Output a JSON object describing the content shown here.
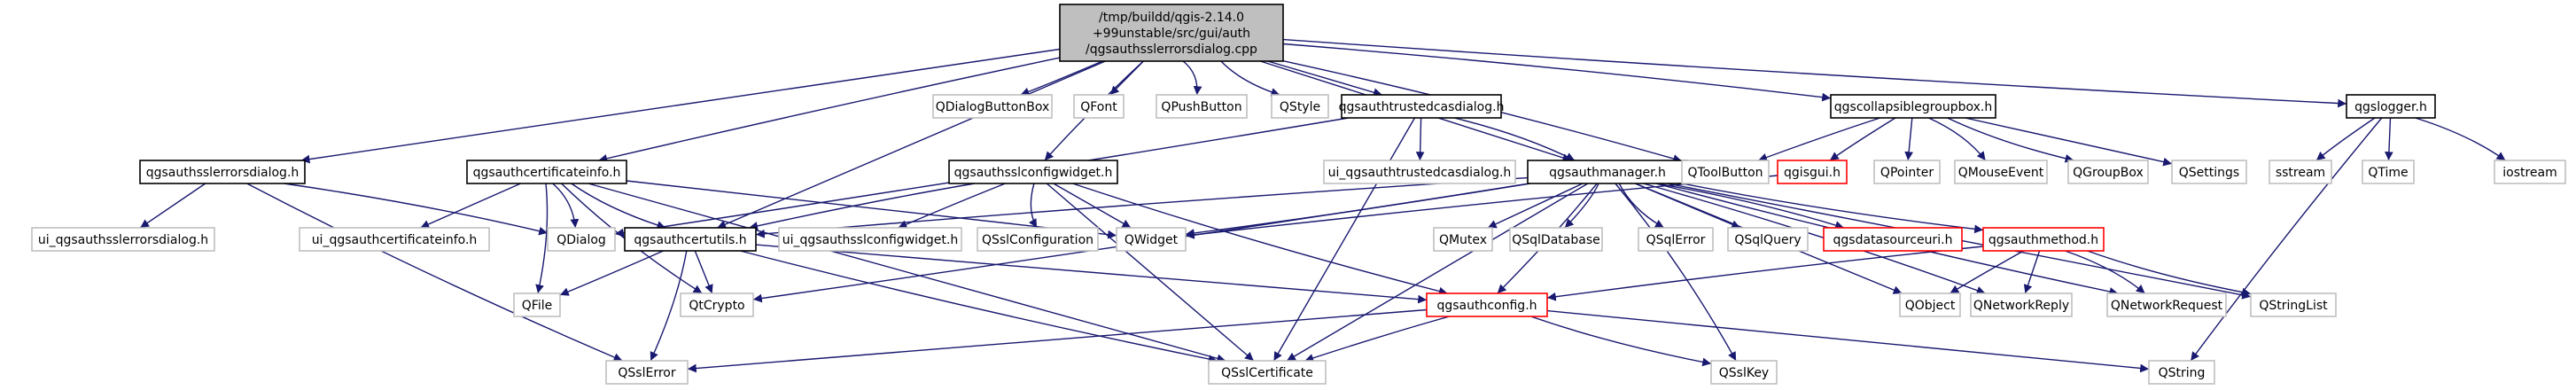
{
  "graph": {
    "root_lines": [
      "/tmp/buildd/qgis-2.14.0",
      "+99unstable/src/gui/auth",
      "/qgsauthsslerrorsdialog.cpp"
    ],
    "nodes": [
      {
        "id": "root",
        "label": "/tmp/buildd/qgis-2.14.0\n+99unstable/src/gui/auth\n/qgsauthsslerrorsdialog.cpp",
        "style": "root"
      },
      {
        "id": "qdialogbuttonbox",
        "label": "QDialogButtonBox",
        "style": "plain"
      },
      {
        "id": "qfont",
        "label": "QFont",
        "style": "plain"
      },
      {
        "id": "qpushbutton",
        "label": "QPushButton",
        "style": "plain"
      },
      {
        "id": "qstyle",
        "label": "QStyle",
        "style": "plain"
      },
      {
        "id": "qgsauthtrustedcasdialog",
        "label": "qgsauthtrustedcasdialog.h",
        "style": "documented"
      },
      {
        "id": "qgscollapsiblegroupbox",
        "label": "qgscollapsiblegroupbox.h",
        "style": "documented"
      },
      {
        "id": "qgslogger",
        "label": "qgslogger.h",
        "style": "documented"
      },
      {
        "id": "qgsauthsslerrorsdialog_h",
        "label": "qgsauthsslerrorsdialog.h",
        "style": "documented"
      },
      {
        "id": "qgsauthcertificateinfo",
        "label": "qgsauthcertificateinfo.h",
        "style": "documented"
      },
      {
        "id": "qgsauthsslconfigwidget",
        "label": "qgsauthsslconfigwidget.h",
        "style": "documented"
      },
      {
        "id": "ui_trustedcas",
        "label": "ui_qgsauthtrustedcasdialog.h",
        "style": "plain"
      },
      {
        "id": "qgsauthmanager",
        "label": "qgsauthmanager.h",
        "style": "documented"
      },
      {
        "id": "qtoolbutton",
        "label": "QToolButton",
        "style": "plain"
      },
      {
        "id": "qgisgui",
        "label": "qgisgui.h",
        "style": "red"
      },
      {
        "id": "qpointer",
        "label": "QPointer",
        "style": "plain"
      },
      {
        "id": "qmouseevent",
        "label": "QMouseEvent",
        "style": "plain"
      },
      {
        "id": "qgroupbox",
        "label": "QGroupBox",
        "style": "plain"
      },
      {
        "id": "qsettings",
        "label": "QSettings",
        "style": "plain"
      },
      {
        "id": "sstream",
        "label": "sstream",
        "style": "plain"
      },
      {
        "id": "qtime",
        "label": "QTime",
        "style": "plain"
      },
      {
        "id": "iostream",
        "label": "iostream",
        "style": "plain"
      },
      {
        "id": "ui_sslerrors",
        "label": "ui_qgsauthsslerrorsdialog.h",
        "style": "plain"
      },
      {
        "id": "qdialog",
        "label": "QDialog",
        "style": "plain"
      },
      {
        "id": "ui_certinfo",
        "label": "ui_qgsauthcertificateinfo.h",
        "style": "plain"
      },
      {
        "id": "qgsauthcertutils",
        "label": "qgsauthcertutils.h",
        "style": "documented"
      },
      {
        "id": "ui_sslconfig",
        "label": "ui_qgsauthsslconfigwidget.h",
        "style": "plain"
      },
      {
        "id": "qsslconfiguration",
        "label": "QSslConfiguration",
        "style": "plain"
      },
      {
        "id": "qwidget",
        "label": "QWidget",
        "style": "plain"
      },
      {
        "id": "qmutex",
        "label": "QMutex",
        "style": "plain"
      },
      {
        "id": "qsqldatabase",
        "label": "QSqlDatabase",
        "style": "plain"
      },
      {
        "id": "qsqlerror",
        "label": "QSqlError",
        "style": "plain"
      },
      {
        "id": "qsqlquery",
        "label": "QSqlQuery",
        "style": "plain"
      },
      {
        "id": "qgsdatasourceuri",
        "label": "qgsdatasourceuri.h",
        "style": "red"
      },
      {
        "id": "qgsauthmethod",
        "label": "qgsauthmethod.h",
        "style": "red"
      },
      {
        "id": "qfile",
        "label": "QFile",
        "style": "plain"
      },
      {
        "id": "qtcrypto",
        "label": "QtCrypto",
        "style": "plain"
      },
      {
        "id": "qgsauthconfig",
        "label": "qgsauthconfig.h",
        "style": "red"
      },
      {
        "id": "qobject",
        "label": "QObject",
        "style": "plain"
      },
      {
        "id": "qnetworkreply",
        "label": "QNetworkReply",
        "style": "plain"
      },
      {
        "id": "qnetworkrequest",
        "label": "QNetworkRequest",
        "style": "plain"
      },
      {
        "id": "qstringlist",
        "label": "QStringList",
        "style": "plain"
      },
      {
        "id": "qsslerror",
        "label": "QSslError",
        "style": "plain"
      },
      {
        "id": "qsslcertificate",
        "label": "QSslCertificate",
        "style": "plain"
      },
      {
        "id": "qsslkey",
        "label": "QSslKey",
        "style": "plain"
      },
      {
        "id": "qstring",
        "label": "QString",
        "style": "plain"
      }
    ],
    "edges": [
      [
        "root",
        "qdialogbuttonbox"
      ],
      [
        "root",
        "qfont"
      ],
      [
        "root",
        "qpushbutton"
      ],
      [
        "root",
        "qstyle"
      ],
      [
        "root",
        "qgsauthtrustedcasdialog"
      ],
      [
        "root",
        "qgscollapsiblegroupbox"
      ],
      [
        "root",
        "qgslogger"
      ],
      [
        "root",
        "qgsauthsslerrorsdialog_h"
      ],
      [
        "root",
        "qgsauthcertificateinfo"
      ],
      [
        "root",
        "qgsauthsslconfigwidget"
      ],
      [
        "root",
        "qgsauthmanager"
      ],
      [
        "root",
        "qtoolbutton"
      ],
      [
        "root",
        "qgsauthcertutils"
      ],
      [
        "qgsauthtrustedcasdialog",
        "ui_trustedcas"
      ],
      [
        "qgsauthtrustedcasdialog",
        "qgsauthmanager"
      ],
      [
        "qgsauthtrustedcasdialog",
        "qdialog"
      ],
      [
        "qgsauthtrustedcasdialog",
        "qsslcertificate"
      ],
      [
        "qgscollapsiblegroupbox",
        "qtoolbutton"
      ],
      [
        "qgscollapsiblegroupbox",
        "qgisgui"
      ],
      [
        "qgscollapsiblegroupbox",
        "qpointer"
      ],
      [
        "qgscollapsiblegroupbox",
        "qmouseevent"
      ],
      [
        "qgscollapsiblegroupbox",
        "qgroupbox"
      ],
      [
        "qgscollapsiblegroupbox",
        "qsettings"
      ],
      [
        "qgisgui",
        "qwidget"
      ],
      [
        "qgslogger",
        "sstream"
      ],
      [
        "qgslogger",
        "qtime"
      ],
      [
        "qgslogger",
        "iostream"
      ],
      [
        "qgslogger",
        "qstring"
      ],
      [
        "qgsauthsslerrorsdialog_h",
        "ui_sslerrors"
      ],
      [
        "qgsauthsslerrorsdialog_h",
        "qdialog"
      ],
      [
        "qgsauthsslerrorsdialog_h",
        "qsslerror"
      ],
      [
        "qgsauthcertificateinfo",
        "ui_certinfo"
      ],
      [
        "qgsauthcertificateinfo",
        "qdialog"
      ],
      [
        "qgsauthcertificateinfo",
        "qgsauthcertutils"
      ],
      [
        "qgsauthcertificateinfo",
        "qwidget"
      ],
      [
        "qgsauthcertificateinfo",
        "qfile"
      ],
      [
        "qgsauthcertificateinfo",
        "qtcrypto"
      ],
      [
        "qgsauthcertificateinfo",
        "qsslcertificate"
      ],
      [
        "qgsauthsslconfigwidget",
        "ui_sslconfig"
      ],
      [
        "qgsauthsslconfigwidget",
        "qsslconfiguration"
      ],
      [
        "qgsauthsslconfigwidget",
        "qwidget"
      ],
      [
        "qgsauthsslconfigwidget",
        "qgsauthcertutils"
      ],
      [
        "qgsauthsslconfigwidget",
        "qgsauthconfig"
      ],
      [
        "qgsauthsslconfigwidget",
        "qsslcertificate"
      ],
      [
        "qgsauthmanager",
        "qgsauthcertutils"
      ],
      [
        "qgsauthmanager",
        "qwidget"
      ],
      [
        "qgsauthmanager",
        "qmutex"
      ],
      [
        "qgsauthmanager",
        "qsqldatabase"
      ],
      [
        "qgsauthmanager",
        "qsqlerror"
      ],
      [
        "qgsauthmanager",
        "qsqlquery"
      ],
      [
        "qgsauthmanager",
        "qgsdatasourceuri"
      ],
      [
        "qgsauthmanager",
        "qgsauthmethod"
      ],
      [
        "qgsauthmanager",
        "qobject"
      ],
      [
        "qgsauthmanager",
        "qnetworkreply"
      ],
      [
        "qgsauthmanager",
        "qnetworkrequest"
      ],
      [
        "qgsauthmanager",
        "qstringlist"
      ],
      [
        "qgsauthmanager",
        "qgsauthconfig"
      ],
      [
        "qgsauthmanager",
        "qtcrypto"
      ],
      [
        "qgsauthmanager",
        "qsslcertificate"
      ],
      [
        "qgsauthmanager",
        "qsslkey"
      ],
      [
        "qgsauthcertutils",
        "qfile"
      ],
      [
        "qgsauthcertutils",
        "qtcrypto"
      ],
      [
        "qgsauthcertutils",
        "qsslerror"
      ],
      [
        "qgsauthcertutils",
        "qsslcertificate"
      ],
      [
        "qgsauthcertutils",
        "qgsauthconfig"
      ],
      [
        "qgsauthmethod",
        "qgsauthconfig"
      ],
      [
        "qgsauthmethod",
        "qobject"
      ],
      [
        "qgsauthmethod",
        "qnetworkreply"
      ],
      [
        "qgsauthmethod",
        "qnetworkrequest"
      ],
      [
        "qgsauthmethod",
        "qstringlist"
      ],
      [
        "qgsauthconfig",
        "qsslerror"
      ],
      [
        "qgsauthconfig",
        "qsslcertificate"
      ],
      [
        "qgsauthconfig",
        "qsslkey"
      ],
      [
        "qgsauthconfig",
        "qstring"
      ]
    ]
  },
  "colors": {
    "edge": "#191970",
    "root_fill": "#bfbfbf",
    "documented_border": "#000000",
    "red_border": "#ff0000",
    "plain_border": "#bfbfbf"
  }
}
